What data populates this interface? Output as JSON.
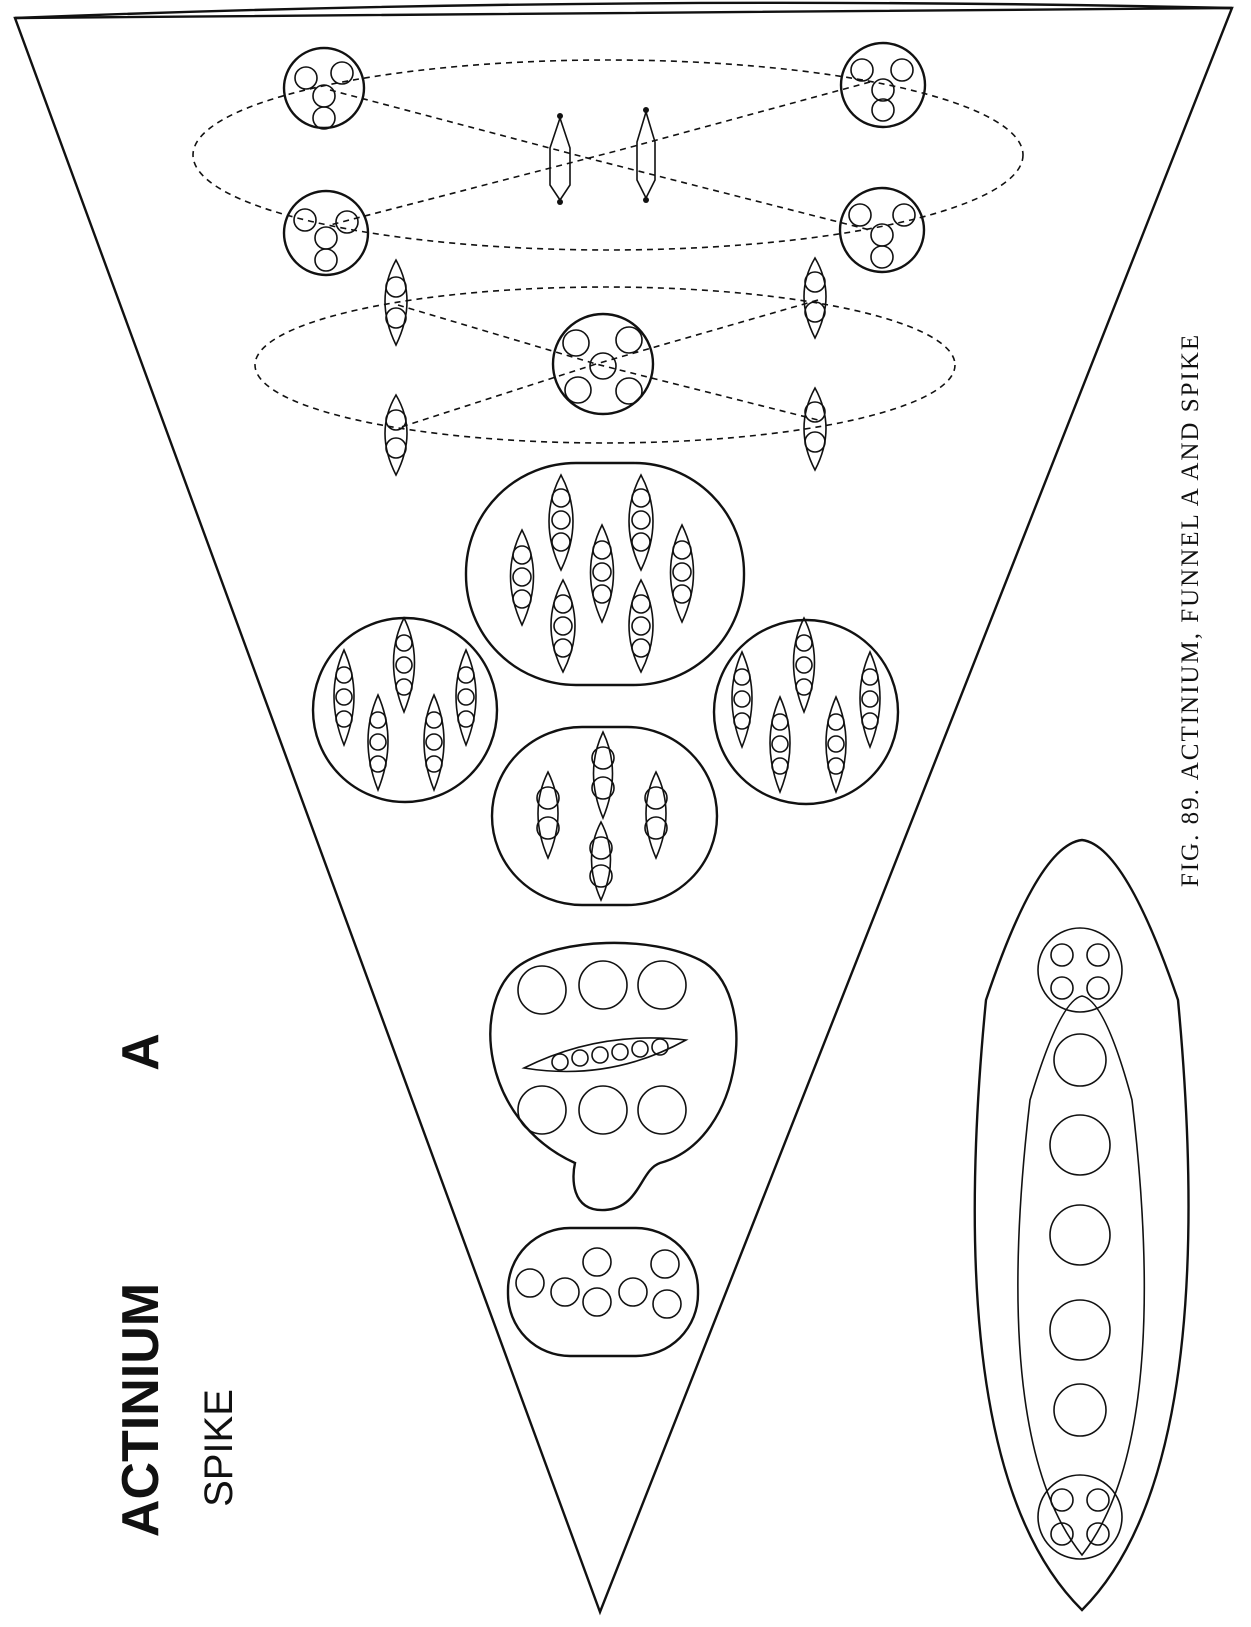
{
  "labels": {
    "title": "ACTINIUM",
    "letter": "A",
    "spike": "SPIKE",
    "caption": "FIG. 89. ACTINIUM, FUNNEL A AND SPIKE"
  },
  "colors": {
    "ink": "#111111",
    "paper": "#ffffff"
  }
}
